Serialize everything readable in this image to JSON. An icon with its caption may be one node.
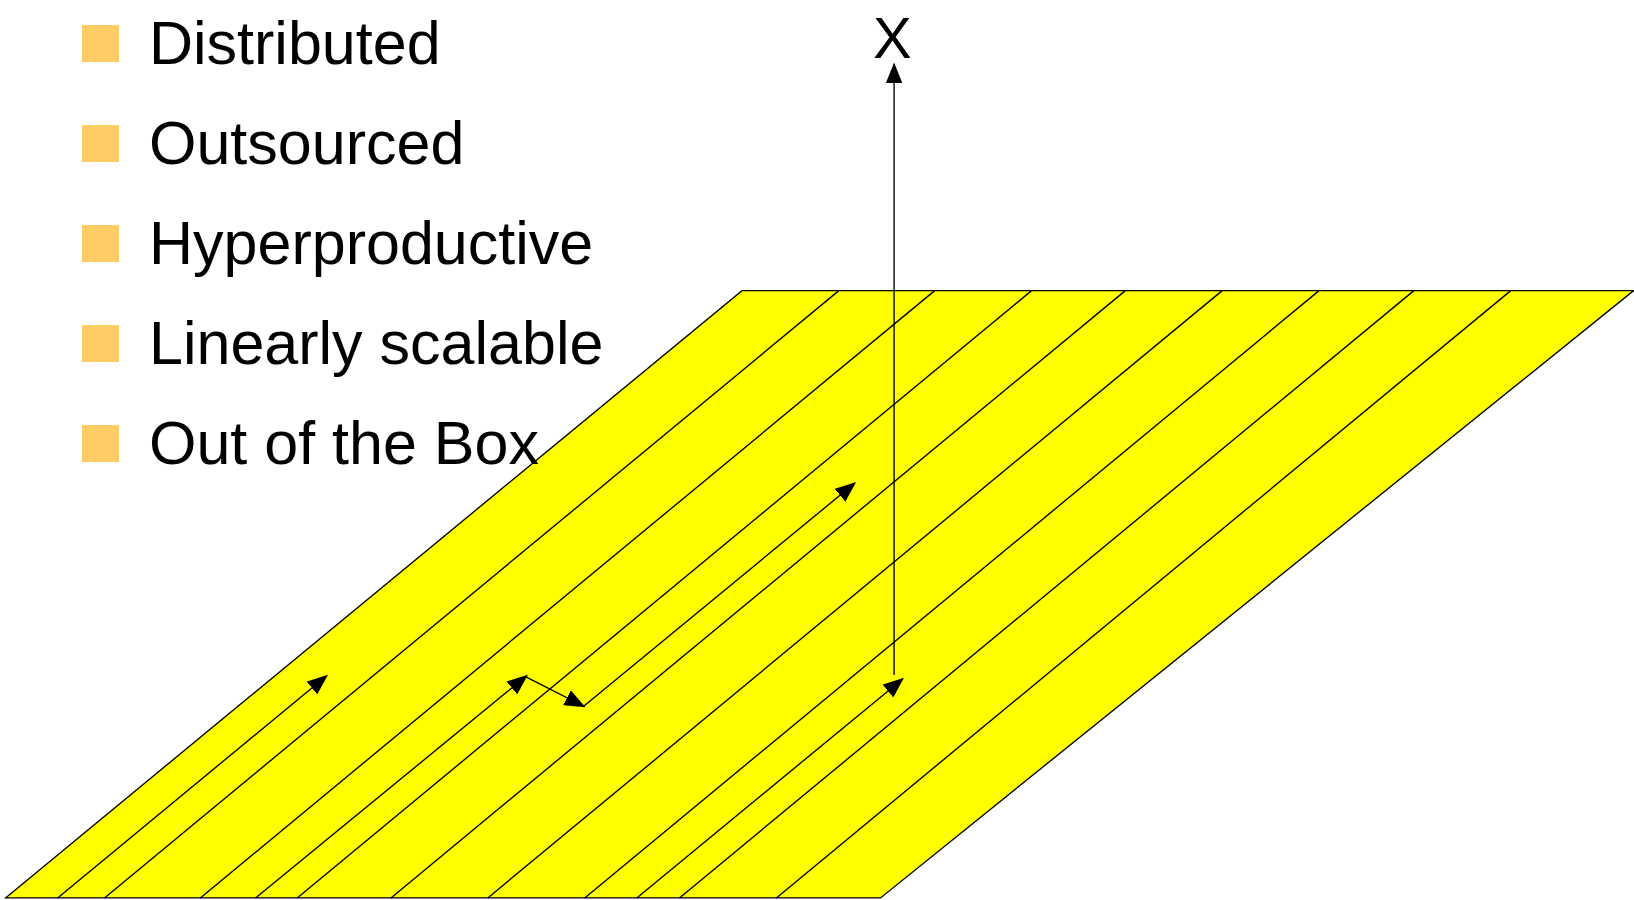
{
  "diagram": {
    "labels": [
      "Distributed",
      "Outsourced",
      "Hyperproductive",
      "Linearly scalable",
      "Out of the Box",
      "X"
    ]
  }
}
